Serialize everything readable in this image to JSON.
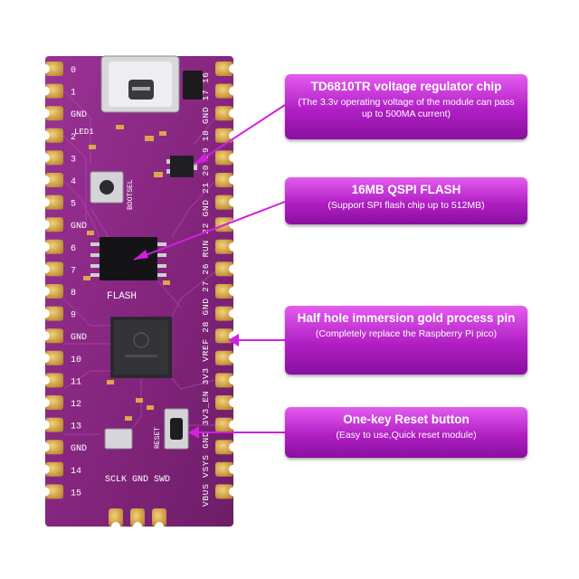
{
  "board": {
    "color": "#8a2a86",
    "silk_labels": {
      "pins_left": [
        "0",
        "1",
        "GND",
        "2",
        "3",
        "4",
        "5",
        "GND",
        "6",
        "7",
        "8",
        "9",
        "GND",
        "10",
        "11",
        "12",
        "13",
        "GND",
        "14",
        "15"
      ],
      "led": "LED1",
      "bootsel": "BOOTSEL",
      "flash": "FLASH",
      "reset": "RESET",
      "swd": "SCLK GND SWD",
      "right_strip": "VBUS VSYS GND 3V3_EN 3V3 VREF 28 GND 27 26 RUN 22 GND 21 20 19 18 GND 17 16"
    }
  },
  "callouts": [
    {
      "title": "TD6810TR voltage regulator chip",
      "subtitle": "(The 3.3v operating voltage of the module can pass up to 500MA current)"
    },
    {
      "title": "16MB QSPI FLASH",
      "subtitle": "(Support SPI flash chip up to 512MB)"
    },
    {
      "title": "Half hole immersion gold process pin",
      "subtitle": "(Completely replace the Raspberry Pi pico)"
    },
    {
      "title": "One-key Reset button",
      "subtitle": "(Easy to use,Quick reset module)"
    }
  ],
  "colors": {
    "accent": "#c21fd6",
    "pcb": "#8a2a86",
    "gold": "#d9a84a"
  }
}
